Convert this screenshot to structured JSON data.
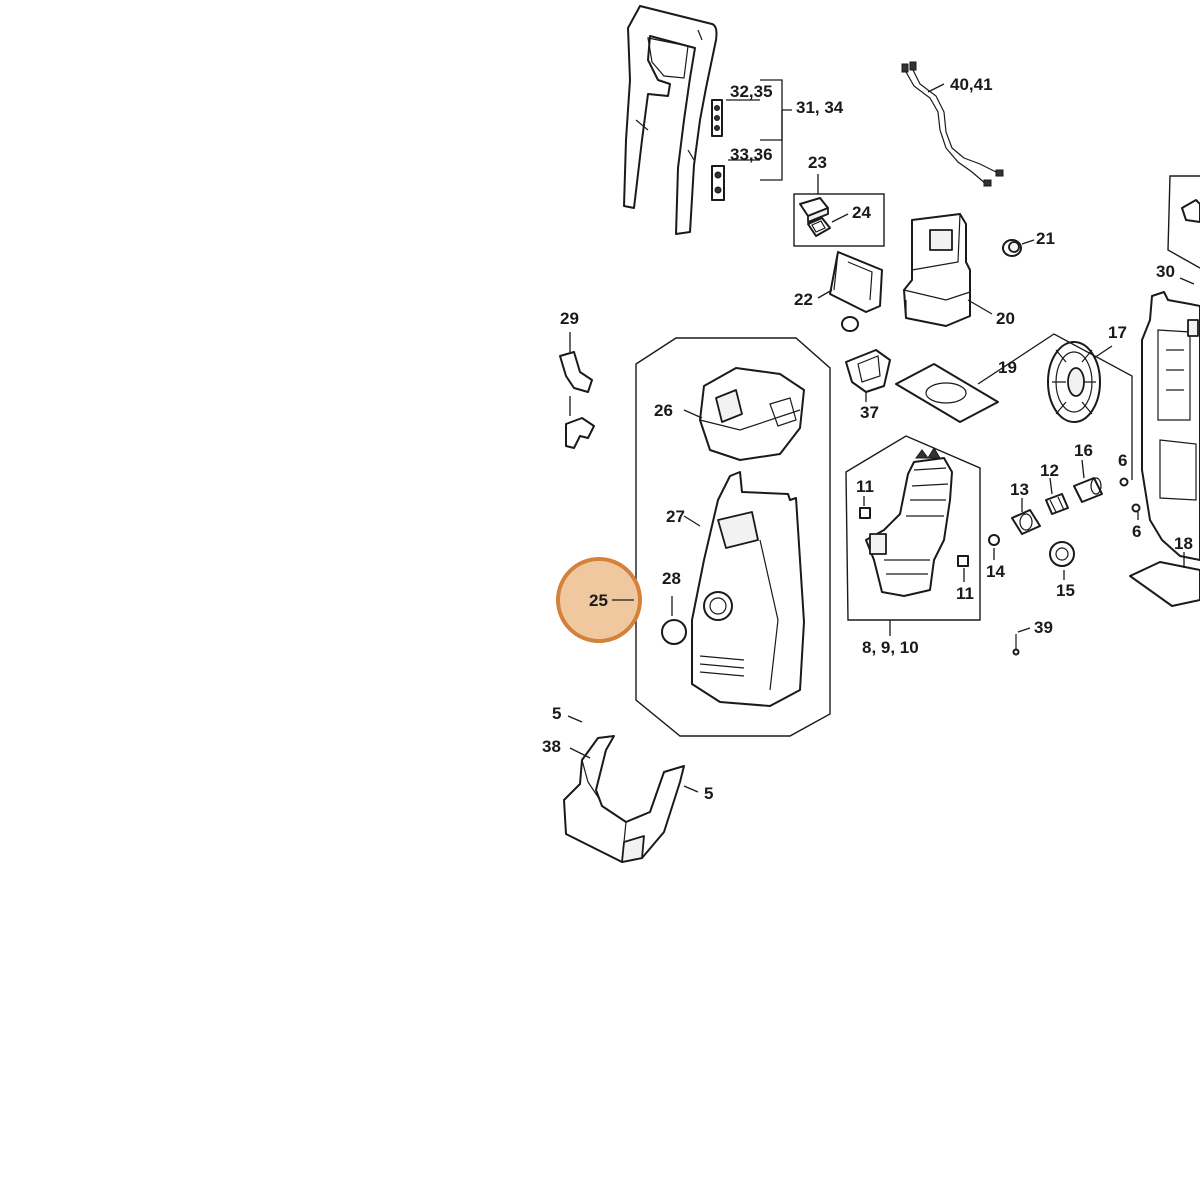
{
  "callouts": {
    "c3235": "32,35",
    "c3134": "31, 34",
    "c3336": "33,36",
    "c4041": "40,41",
    "c23": "23",
    "c24": "24",
    "c21": "21",
    "c30": "30",
    "c22": "22",
    "c20": "20",
    "c17": "17",
    "c29": "29",
    "c19": "19",
    "c26": "26",
    "c37": "37",
    "c11a": "11",
    "c12": "12",
    "c16": "16",
    "c13": "13",
    "c6a": "6",
    "c27": "27",
    "c6b": "6",
    "c18": "18",
    "c14": "14",
    "c28": "28",
    "c25": "25",
    "c11b": "11",
    "c15": "15",
    "c39": "39",
    "c8910": "8, 9, 10",
    "c5a": "5",
    "c38": "38",
    "c5b": "5"
  },
  "highlight": {
    "label": "25",
    "ring_color": "#d2823c",
    "fill_color": "#f0c8a0"
  }
}
